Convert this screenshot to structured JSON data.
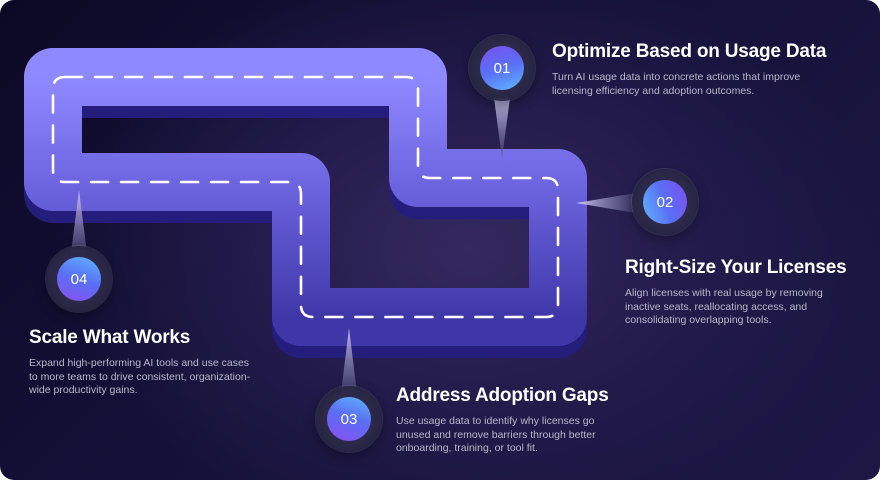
{
  "steps": [
    {
      "number": "01",
      "title": "Optimize Based on Usage Data",
      "description": "Turn AI usage data into concrete actions that improve licensing efficiency and adoption outcomes."
    },
    {
      "number": "02",
      "title": "Right-Size Your Licenses",
      "description": "Align licenses with real usage by removing inactive seats, reallocating access, and consolidating overlapping tools."
    },
    {
      "number": "03",
      "title": "Address Adoption Gaps",
      "description": "Use usage data to identify why licenses go unused and remove barriers through better onboarding, training, or tool fit."
    },
    {
      "number": "04",
      "title": "Scale What Works",
      "description": "Expand high-performing AI tools and use cases to more teams to drive consistent, organization-wide productivity gains."
    }
  ],
  "colors": {
    "road_top": "#8c86ff",
    "road_bottom": "#3e36a6",
    "road_shadow": "#231c7a",
    "dash": "#ffffff",
    "background": "#120e33"
  }
}
